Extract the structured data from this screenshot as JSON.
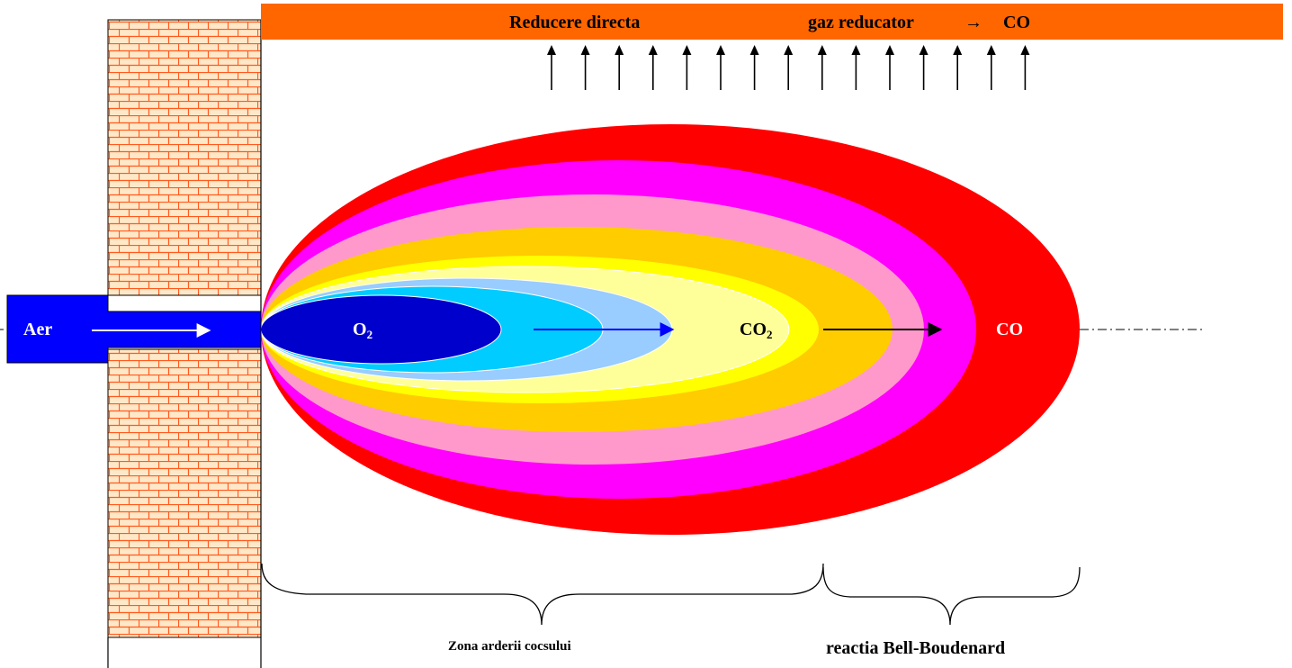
{
  "top_bar": {
    "label_left": "Reducere directa",
    "label_right": "gaz reducator",
    "arrow_glyph": "→",
    "label_product": "CO",
    "color": "#ff6600",
    "upward_arrow_count": 15
  },
  "wall": {
    "pattern": "brick",
    "fill_color": "#ffe8c8",
    "mortar_color": "#ff5a1f"
  },
  "tuyere": {
    "label": "Aer",
    "color": "#0000ff",
    "arrow_color": "#ffffff"
  },
  "flame": {
    "zones": [
      {
        "name": "outer",
        "color": "#ff0000"
      },
      {
        "name": "magenta",
        "color": "#ff00ff"
      },
      {
        "name": "pink",
        "color": "#ff99cc"
      },
      {
        "name": "orange",
        "color": "#ffcc00"
      },
      {
        "name": "yellow",
        "color": "#ffff00"
      },
      {
        "name": "light-yellow",
        "color": "#ffff99"
      },
      {
        "name": "light-blue",
        "color": "#99ccff"
      },
      {
        "name": "cyan",
        "color": "#00ccff"
      },
      {
        "name": "core",
        "color": "#0000cc"
      }
    ],
    "labels": {
      "o2": {
        "base": "O",
        "sub": "2"
      },
      "co2": {
        "base": "CO",
        "sub": "2"
      },
      "co": "CO"
    }
  },
  "bottom": {
    "zone_left": "Zona arderii cocsului",
    "zone_right": "reactia Bell-Boudenard"
  }
}
